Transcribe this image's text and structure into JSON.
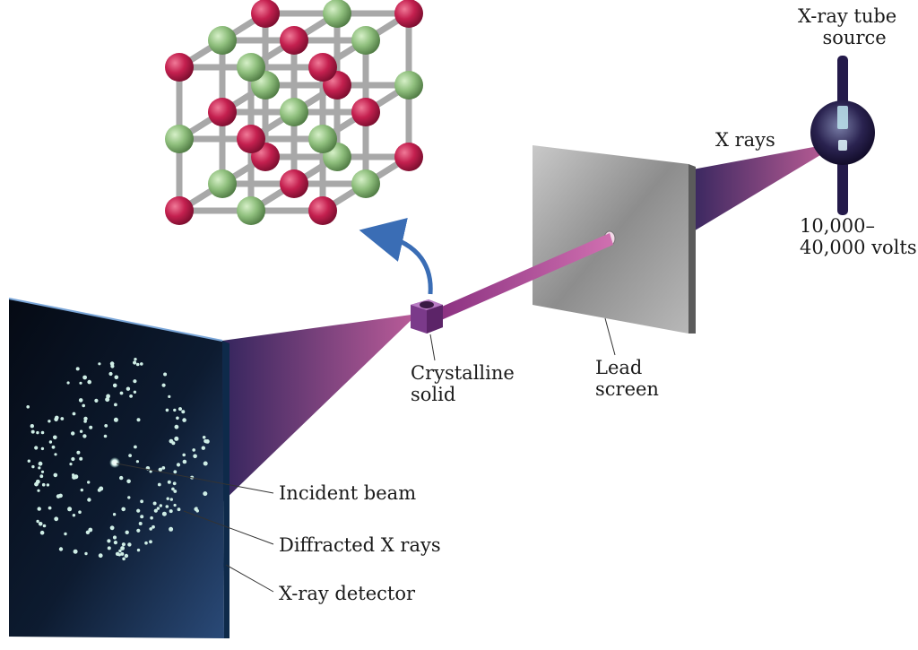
{
  "labels": {
    "xray_tube_line1": "X-ray tube",
    "xray_tube_line2": "source",
    "xrays": "X rays",
    "voltage_line1": "10,000–",
    "voltage_line2": "40,000 volts",
    "lead_line1": "Lead",
    "lead_line2": "screen",
    "crystalline_line1": "Crystalline",
    "crystalline_line2": "solid",
    "incident_beam": "Incident beam",
    "diffracted": "Diffracted X rays",
    "detector": "X-ray detector"
  },
  "colors": {
    "atom_red": "#c4204f",
    "atom_green": "#8fbf7d",
    "beam": "#b0488c",
    "detector": "#0c1a2e",
    "lead_screen": "#9a9a9a",
    "arrow": "#3a6db5"
  }
}
